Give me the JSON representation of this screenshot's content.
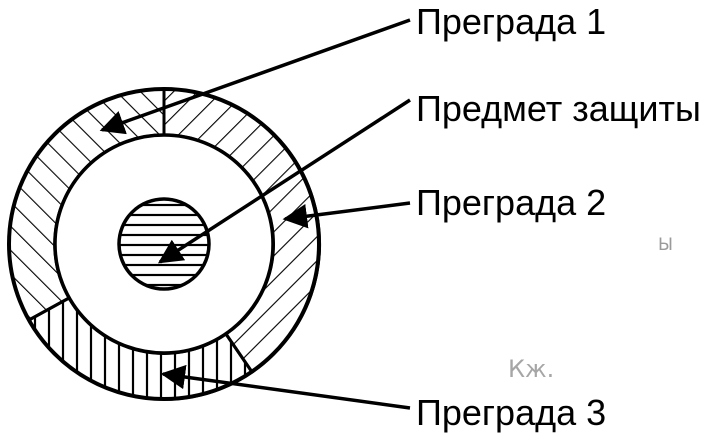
{
  "diagram": {
    "labels": {
      "barrier_1": "Преграда 1",
      "protected_object": "Предмет защиты",
      "barrier_2": "Преграда 2",
      "barrier_3": "Преграда 3"
    },
    "scan_artifacts": [
      "Ы",
      "Кж."
    ]
  },
  "colors": {
    "ink": "#000000",
    "paper": "#ffffff",
    "noise": "#9a9a9a"
  }
}
